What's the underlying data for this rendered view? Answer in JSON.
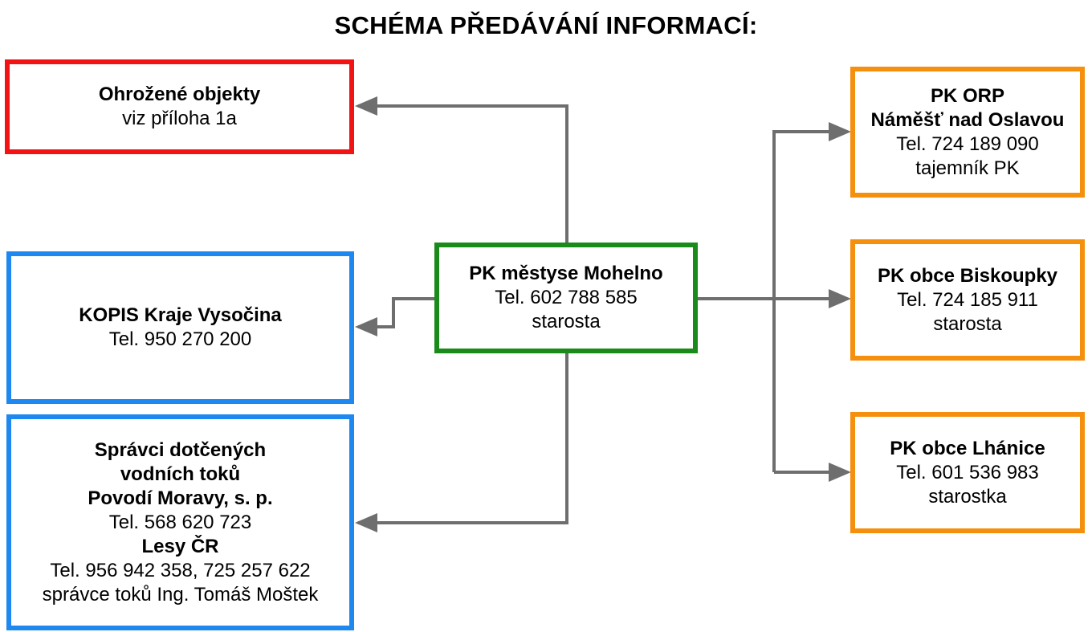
{
  "title": "SCHÉMA PŘEDÁVÁNÍ INFORMACÍ:",
  "colors": {
    "red": "#f21414",
    "blue": "#1e88f0",
    "green": "#1a8a1a",
    "orange": "#f5900f",
    "connector": "#6e6e6e"
  },
  "center": {
    "name": "PK městyse Mohelno",
    "phone": "Tel. 602 788 585",
    "role": "starosta"
  },
  "left": {
    "objects": {
      "name": "Ohrožené objekty",
      "note": "viz příloha 1a"
    },
    "kopis": {
      "name": "KOPIS Kraje Vysočina",
      "phone": "Tel. 950 270 200"
    },
    "rivers": {
      "heading1": "Správci dotčených",
      "heading2": "vodních toků",
      "org1": "Povodí Moravy, s. p.",
      "org1_phone": "Tel. 568 620 723",
      "org2": "Lesy ČR",
      "org2_phone": "Tel. 956 942 358, 725 257 622",
      "org2_contact": "správce toků Ing. Tomáš Moštek"
    }
  },
  "right": {
    "orp": {
      "name1": "PK ORP",
      "name2": "Náměšť nad Oslavou",
      "phone": "Tel. 724 189 090",
      "role": "tajemník PK"
    },
    "biskoupky": {
      "name": "PK obce Biskoupky",
      "phone": "Tel. 724 185 911",
      "role": "starosta"
    },
    "lhanice": {
      "name": "PK obce Lhánice",
      "phone": "Tel. 601 536 983",
      "role": "starostka"
    }
  }
}
